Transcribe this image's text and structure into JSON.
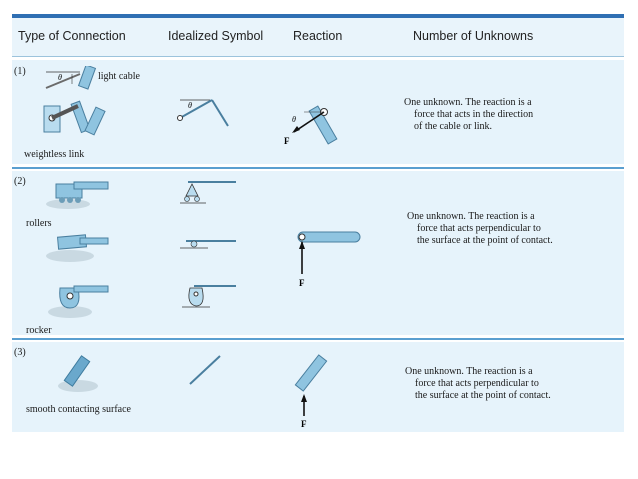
{
  "header": {
    "col1": "Type of Connection",
    "col2": "Idealized Symbol",
    "col3": "Reaction",
    "col4": "Number of Unknowns"
  },
  "rows": [
    {
      "number": "(1)",
      "labels": [
        "light cable",
        "weightless link"
      ],
      "angle_symbol": "θ",
      "force_symbol": "F",
      "description": [
        "One unknown. The reaction is a",
        "force that acts in the direction",
        "of the cable or link."
      ]
    },
    {
      "number": "(2)",
      "labels": [
        "rollers",
        "rocker"
      ],
      "force_symbol": "F",
      "description": [
        "One unknown. The reaction is a",
        "force that acts perpendicular to",
        "the surface at the point of contact."
      ]
    },
    {
      "number": "(3)",
      "labels": [
        "smooth contacting surface"
      ],
      "force_symbol": "F",
      "description": [
        "One unknown. The reaction is a",
        "force that acts perpendicular to",
        "the surface at the point of contact."
      ]
    }
  ],
  "colors": {
    "header_bg": "#e9f4fb",
    "row_bg": "#e6f3fb",
    "separator": "#5a9fd0",
    "accent": "#2f6fb3",
    "member": "#8fc4e0"
  }
}
